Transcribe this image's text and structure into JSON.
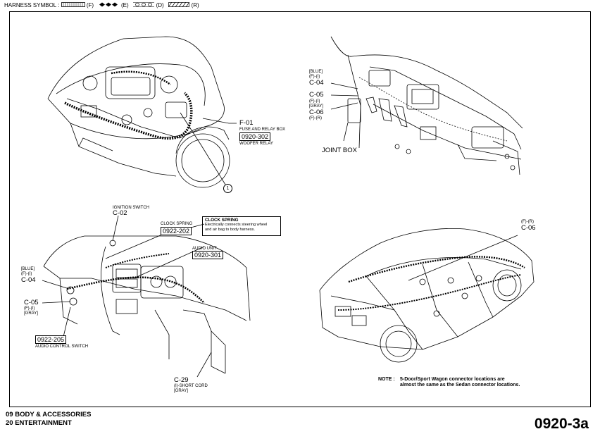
{
  "header": {
    "title": "HARNESS SYMBOL :",
    "symbols": [
      {
        "code": "(F)",
        "icon": "hatched-band-icon"
      },
      {
        "code": "(E)",
        "icon": "diamond-chain-icon"
      },
      {
        "code": "(D)",
        "icon": "circle-chain-icon"
      },
      {
        "code": "(R)",
        "icon": "diagonal-hatch-icon"
      }
    ]
  },
  "views": {
    "engine": {
      "f01_code": "F-01",
      "f01_desc1": "FUSE AND RELAY BOX",
      "f01_box": "0920-302",
      "f01_desc2": "WOOFER RELAY",
      "callout": "1"
    },
    "cabin": {
      "c04_tag1": "[BLUE]",
      "c04_tag2": "(F)-(I)",
      "c04_code": "C-04",
      "c05_code": "C-05",
      "c05_tag1": "(F)-(I)",
      "c05_tag2": "[GRAY]",
      "c06_code": "C-06",
      "c06_tag": "(F)-(R)",
      "joint_box": "JOINT BOX"
    },
    "dash": {
      "c02_desc": "IGNITION SWITCH",
      "c02_code": "C-02",
      "clock_desc": "CLOCK SPRING",
      "clock_box": "0922-202",
      "note_title": "CLOCK SPRING",
      "note_line1": "Electrically connects steering wheel",
      "note_line2": "and air bag to body harness.",
      "audio_desc": "AUDIO UNIT",
      "audio_box": "0920-301",
      "c04_tag1": "[BLUE]",
      "c04_tag2": "(F)-(I)",
      "c04_code": "C-04",
      "c05_code": "C-05",
      "c05_tag1": "(F)-(I)",
      "c05_tag2": "[GRAY]",
      "audio_ctrl_box": "0922-205",
      "audio_ctrl_desc": "AUDIO CONTROL SWITCH",
      "c29_code": "C-29",
      "c29_tag1": "(I)-SHORT CORD",
      "c29_tag2": "[GRAY]"
    },
    "car": {
      "c06_tag": "(F)-(R)",
      "c06_code": "C-06",
      "note_label": "NOTE :",
      "note_line1": "5-Door/Sport Wagon connector locations are",
      "note_line2": "almost the same as the Sedan connector locations."
    }
  },
  "footer": {
    "line1": "09  BODY & ACCESSORIES",
    "line2": "20  ENTERTAINMENT",
    "page_id": "0920-3a"
  }
}
